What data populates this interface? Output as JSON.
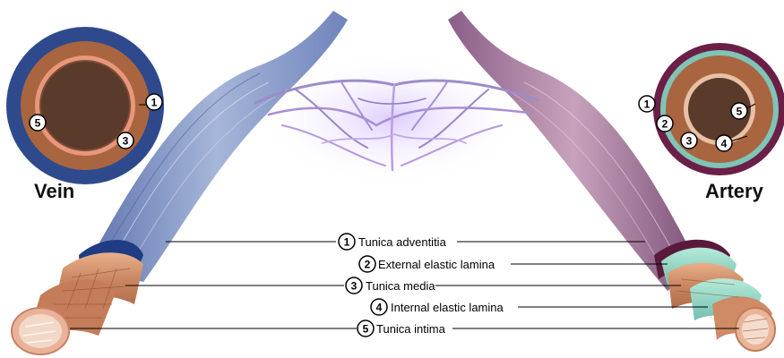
{
  "diagram": {
    "vein_title": "Vein",
    "artery_title": "Artery",
    "layers": [
      {
        "number": "1",
        "label": "Tunica adventitia"
      },
      {
        "number": "2",
        "label": "External elastic lamina"
      },
      {
        "number": "3",
        "label": "Tunica media"
      },
      {
        "number": "4",
        "label": "Internal elastic lamina"
      },
      {
        "number": "5",
        "label": "Tunica intima"
      }
    ],
    "vein_markers": [
      "1",
      "5",
      "3"
    ],
    "artery_markers": [
      "1",
      "2",
      "3",
      "5",
      "4"
    ]
  },
  "colors": {
    "vein_adventitia": "#2e4a8c",
    "vein_media": "#a9653f",
    "vein_elastic": "#e9967a",
    "vein_lumen": "#5a3a2a",
    "artery_outer_ring": "#6b1f46",
    "artery_adventitia": "#7fc4b6",
    "artery_media": "#a9653f",
    "artery_intima": "#e9c0a6",
    "artery_lumen": "#5a3a2a",
    "vein_vessel": "#8ea2c8",
    "artery_vessel": "#b48aa7",
    "capillary": "#a68ad0"
  }
}
